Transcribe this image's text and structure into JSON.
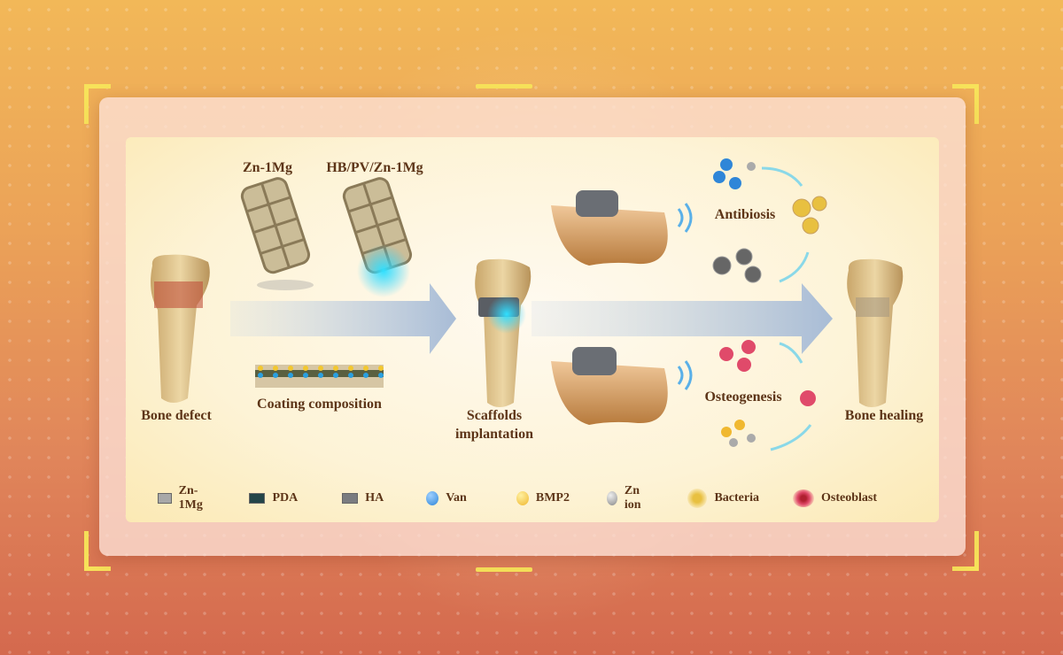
{
  "labels": {
    "zn1mg": "Zn-1Mg",
    "hbpv": "HB/PV/Zn-1Mg",
    "bone_defect": "Bone defect",
    "coating": "Coating composition",
    "scaffolds_1": "Scaffolds",
    "scaffolds_2": "implantation",
    "antibiosis": "Antibiosis",
    "osteogenesis": "Osteogenesis",
    "bone_healing": "Bone healing"
  },
  "legend": [
    {
      "label": "Zn-1Mg",
      "color": "#a8a8a8"
    },
    {
      "label": "PDA",
      "color": "#234548"
    },
    {
      "label": "HA",
      "color": "#7a7c80"
    },
    {
      "label": "Van",
      "color": "#2f86d8"
    },
    {
      "label": "BMP2",
      "color": "#f0b830"
    },
    {
      "label": "Zn ion",
      "color": "#9a9a9a"
    },
    {
      "label": "Bacteria",
      "color": "#e8c040"
    },
    {
      "label": "Osteoblast",
      "color": "#e04a6a"
    }
  ]
}
